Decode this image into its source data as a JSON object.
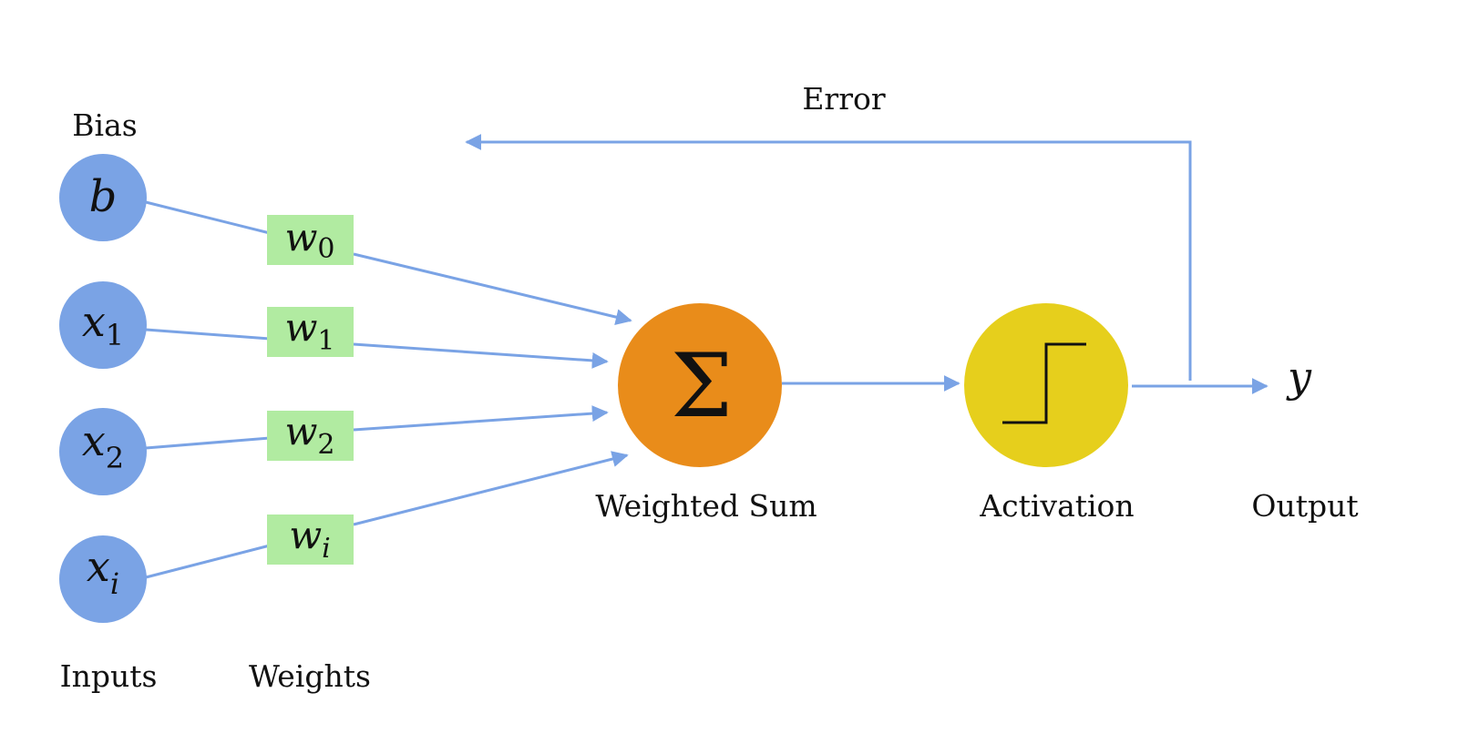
{
  "labels": {
    "bias": "Bias",
    "inputs": "Inputs",
    "weights": "Weights",
    "weighted_sum": "Weighted Sum",
    "activation": "Activation",
    "output": "Output",
    "error": "Error"
  },
  "input_nodes": [
    {
      "symbol": "b",
      "subscript": ""
    },
    {
      "symbol": "x",
      "subscript": "1"
    },
    {
      "symbol": "x",
      "subscript": "2"
    },
    {
      "symbol": "x",
      "subscript": "i"
    }
  ],
  "weight_nodes": [
    {
      "symbol": "w",
      "subscript": "0"
    },
    {
      "symbol": "w",
      "subscript": "1"
    },
    {
      "symbol": "w",
      "subscript": "2"
    },
    {
      "symbol": "w",
      "subscript": "i"
    }
  ],
  "sum_node": {
    "symbol": "Σ"
  },
  "output_node": {
    "symbol": "y"
  },
  "colors": {
    "input_node": "#7aa3e5",
    "weight_box": "#b1eba1",
    "sum_node": "#e98c1a",
    "activation_node": "#e6cf1c",
    "edges": "#7aa3e5"
  },
  "icons": {
    "activation": "step-function-icon"
  }
}
